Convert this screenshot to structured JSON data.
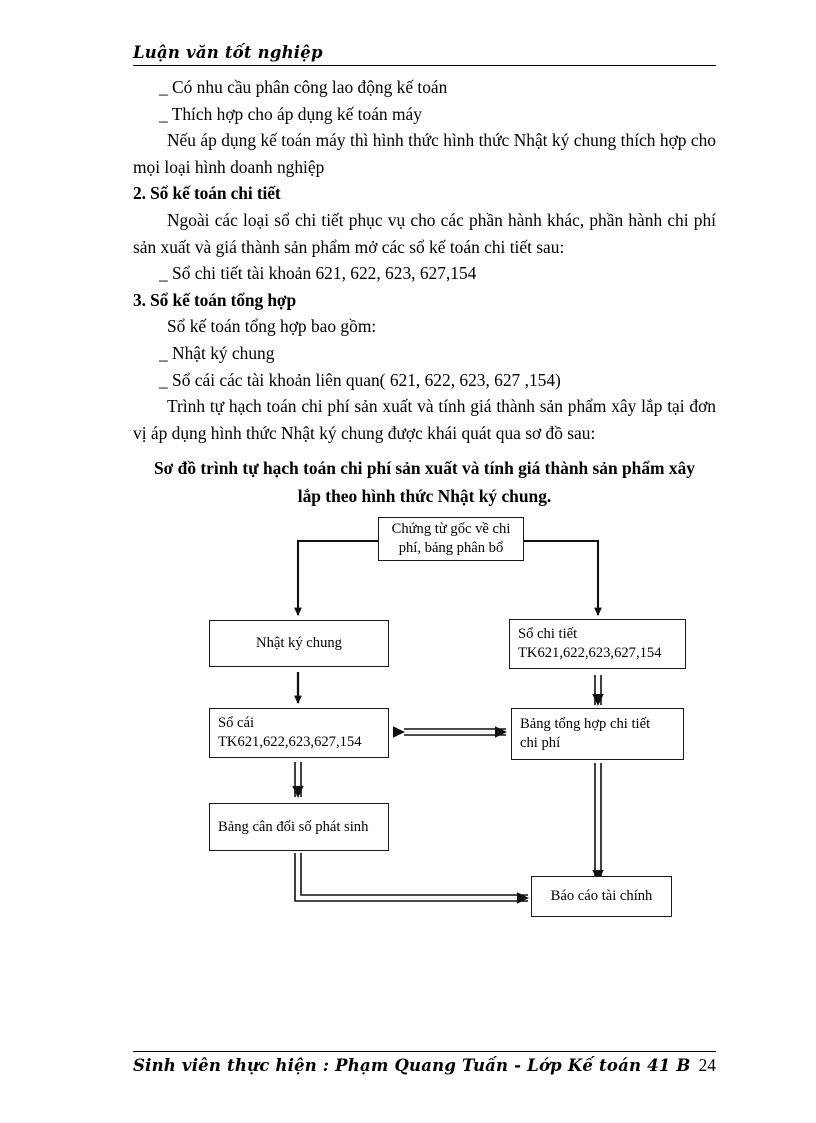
{
  "header": {
    "running_title": "Luận văn tốt nghiệp"
  },
  "body": {
    "line1": "_ Có nhu cầu phân công lao động kế toán",
    "line2": "_ Thích hợp cho áp dụng kế toán máy",
    "para1": "Nếu áp dụng kế toán máy thì hình thức hình thức Nhật ký chung thích hợp cho mọi loại hình doanh nghiệp",
    "heading2": "2. Sổ kế toán chi tiết",
    "para2": "Ngoài các loại sổ chi tiết phục vụ cho các phần hành khác, phần hành chi phí sản xuất và giá thành sản phẩm mở các sổ kế toán chi tiết sau:",
    "line3": "_ Sổ chi tiết tài khoản 621, 622, 623, 627,154",
    "heading3": "3. Sổ kế toán tổng hợp",
    "para3": "Sổ kế toán tổng hợp bao gồm:",
    "line4": "_ Nhật ký chung",
    "line5": "_ Sổ cái các tài khoản liên quan( 621, 622, 623, 627 ,154)",
    "para4": "Trình tự hạch toán chi phí sản xuất và tính giá thành sản phẩm xây lắp tại đơn vị áp dụng hình thức Nhật ký chung được khái quát qua sơ đồ sau:",
    "diagram_title": "Sơ đồ trình tự hạch toán chi phí sản xuất và tính giá thành sản phẩm xây lắp theo hình thức Nhật ký chung."
  },
  "flowchart": {
    "nodes": [
      {
        "id": "chung-tu-goc",
        "line1": "Chứng từ gốc về chi",
        "line2": "phí, bảng phân bổ"
      },
      {
        "id": "nhat-ky-chung",
        "line1": "Nhật ký chung",
        "line2": ""
      },
      {
        "id": "so-chi-tiet",
        "line1": "Sổ chi tiết",
        "line2": "TK621,622,623,627,154"
      },
      {
        "id": "so-cai",
        "line1": "Sổ cái",
        "line2": "TK621,622,623,627,154"
      },
      {
        "id": "bang-tong-hop",
        "line1": "Bảng tổng hợp chi tiết",
        "line2": "chi phí"
      },
      {
        "id": "bang-can-doi",
        "line1": "Bảng cân đối số phát sinh",
        "line2": ""
      },
      {
        "id": "bao-cao",
        "line1": "Báo cáo tài chính",
        "line2": ""
      }
    ]
  },
  "footer": {
    "text": "Sinh viên thực hiện : Phạm Quang Tuấn - Lớp Kế toán 41 B",
    "page_number": "24"
  },
  "colors": {
    "ink": "#000000",
    "paper": "#ffffff",
    "rule": "#1a1a1a"
  }
}
